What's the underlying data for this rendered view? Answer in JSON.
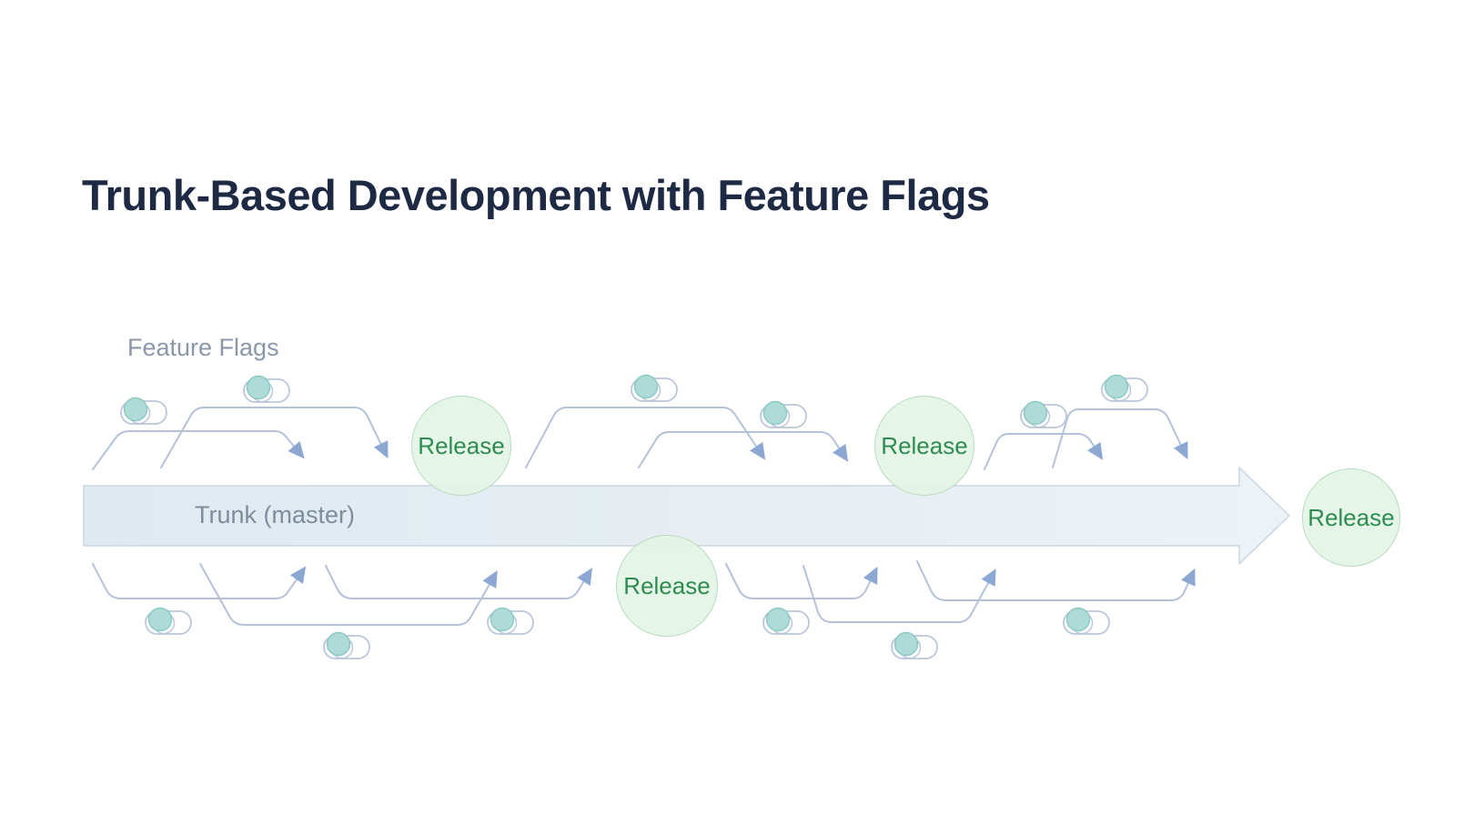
{
  "title": "Trunk-Based Development with Feature Flags",
  "diagram": {
    "feature_flags_label": "Feature Flags",
    "trunk_label": "Trunk (master)",
    "releases": [
      {
        "label": "Release"
      },
      {
        "label": "Release"
      },
      {
        "label": "Release"
      },
      {
        "label": "Release"
      }
    ],
    "toggle_count": 12,
    "branch_count": 12,
    "colors": {
      "title_text": "#1e2a44",
      "label_text": "#8a97a9",
      "trunk_fill_left": "#dfe9f0",
      "trunk_fill_right": "#ecf2f5",
      "trunk_border": "#c9d7e3",
      "trunk_text": "#7e8d9d",
      "branch_line": "#b4c2d9",
      "arrowhead": "#8ba7d2",
      "release_fill": "#e2f4e6",
      "release_border": "#b9dbbf",
      "release_text": "#2f8c50",
      "toggle_outline": "#bac7da",
      "toggle_knob_fill": "#aedbd8",
      "toggle_knob_ring": "#8ccac6"
    }
  }
}
